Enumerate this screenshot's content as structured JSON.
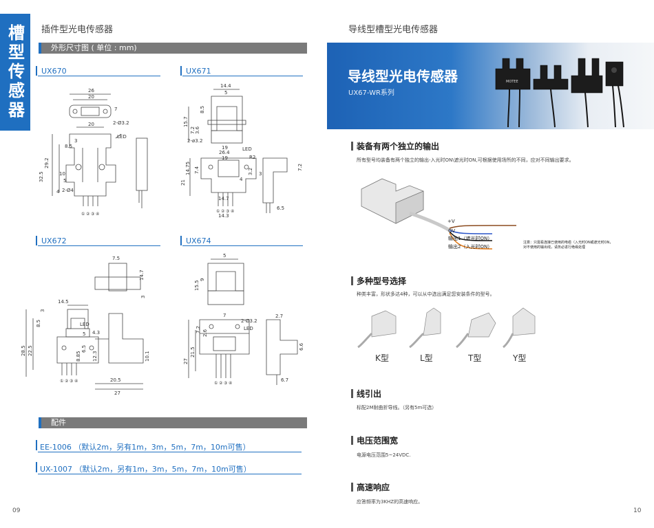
{
  "left": {
    "side_tab": "槽型传感器",
    "header": "插件型光电传感器",
    "dims_bar": "外形尺寸图 ( 单位 : mm)",
    "models": {
      "ux670": {
        "label": "UX670",
        "dims": [
          "26",
          "20",
          "7",
          "20",
          "2-Ø3.2",
          "LED",
          "3",
          "8.5",
          "29.2",
          "32.5",
          "10",
          "5",
          "2-Ø4",
          "4"
        ],
        "pins": [
          "①",
          "②",
          "③",
          "④"
        ]
      },
      "ux671": {
        "label": "UX671",
        "dims": [
          "14.4",
          "5",
          "8.5",
          "15.7",
          "7.2",
          "3.6",
          "2-ø3.2",
          "19",
          "LED",
          "26.4",
          "R2",
          "19",
          "14.75",
          "21",
          "7.4",
          "4",
          "3.2",
          "3",
          "7.2",
          "6.5",
          "14.7",
          "14.3"
        ],
        "pins": [
          "①",
          "②",
          "③",
          "④"
        ]
      },
      "ux672": {
        "label": "UX672",
        "dims": [
          "7.5",
          "14.7",
          "3",
          "14.5",
          "3",
          "LED",
          "8.5",
          "28.5",
          "22.5",
          "4.3",
          "5",
          "6.5",
          "8.85",
          "12.3",
          "10.1",
          "20.5",
          "27"
        ],
        "pins": [
          "①",
          "②",
          "③",
          "④"
        ]
      },
      "ux674": {
        "label": "UX674",
        "dims": [
          "5",
          "15.5",
          "9",
          "7",
          "2-Ø3.2",
          "2.7",
          "LED",
          "7.2",
          "2.6",
          "27",
          "21.5",
          "6.6",
          "6.7"
        ],
        "pins": [
          "①",
          "②",
          "③",
          "④"
        ]
      }
    },
    "accessories_bar": "配件",
    "accessories": [
      "EE-1006 （默认2m，另有1m，3m，5m，7m，10m可售）",
      "UX-1007 （默认2m，另有1m，3m，5m，7m，10m可售）"
    ],
    "page_number": "09"
  },
  "right": {
    "header": "导线型槽型光电传感器",
    "banner": {
      "title": "导线型光电传感器",
      "subtitle": "UX67-WR系列",
      "gradient_from": "#1d62b5",
      "gradient_to": "#e9eef4"
    },
    "sections": [
      {
        "title": "装备有两个独立的输出",
        "text": "所有型号均装备有两个独立的输出-入光时ON\\遮光时ON,可根据使用场所的不同，应对不同输出要求。"
      },
      {
        "title": "多种型号选择",
        "text": "种类丰富，形状多达4种，可以从中选出满足您安装条件的型号。"
      },
      {
        "title": "线引出",
        "text": "标配2M耐曲折导线。（另有5m可选）"
      },
      {
        "title": "电压范围宽",
        "text": "电源电压范围5~24VDC."
      },
      {
        "title": "高速响应",
        "text": "应答频率为3KHZ的高速响应。"
      }
    ],
    "wiring": {
      "v_plus": "+V",
      "ov": "OV",
      "out1": "输出1（遮光时ON）",
      "out2": "输出2（入光时ON）",
      "note_line1": "注意：只需看连接已使用的电缆（入光时ON或遮光时ON，",
      "note_line2": "对不使用的输出线，请务必进行绝缘处理",
      "colors": {
        "brown": "#8b4a1e",
        "blue": "#2a55c8",
        "black": "#111111",
        "orange": "#e07a1a"
      }
    },
    "types": [
      "K型",
      "L型",
      "T型",
      "Y型"
    ],
    "product_mark": "MOTEE",
    "page_number": "10"
  }
}
